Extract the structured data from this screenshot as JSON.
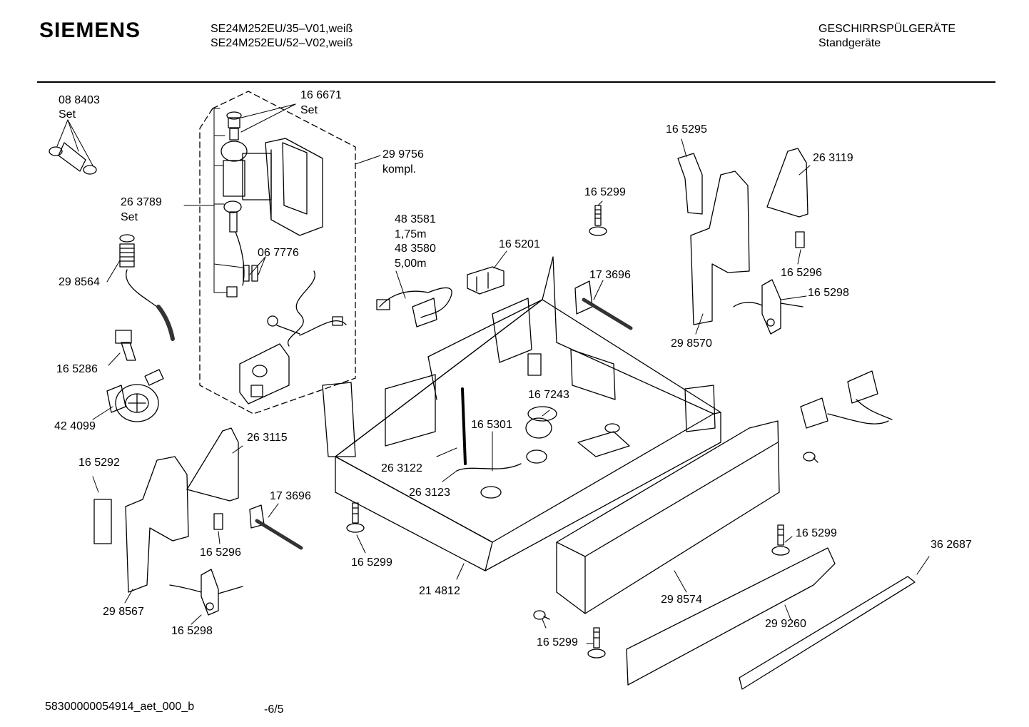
{
  "header": {
    "brand": "SIEMENS",
    "models": [
      "SE24M252EU/35–V01,weiß",
      "SE24M252EU/52–V02,weiß"
    ],
    "category": "GESCHIRRSPÜLGERÄTE",
    "subcategory": "Standgeräte"
  },
  "labels": {
    "l_088403": "08 8403",
    "l_088403_set": "Set",
    "l_166671": "16 6671",
    "l_166671_set": "Set",
    "l_299756": "29 9756",
    "l_299756_kompl": "kompl.",
    "l_263789": "26 3789",
    "l_263789_set": "Set",
    "l_298564": "29 8564",
    "l_067776": "06 7776",
    "l_165286": "16 5286",
    "l_424099": "42 4099",
    "l_483581": "48 3581",
    "l_len1": "1,75m",
    "l_483580": "48 3580",
    "l_len2": "5,00m",
    "l_165201": "16 5201",
    "l_165299a": "16 5299",
    "l_173696a": "17 3696",
    "l_165295": "16 5295",
    "l_263119": "26 3119",
    "l_165296a": "16 5296",
    "l_165298a": "16 5298",
    "l_298570": "29 8570",
    "l_167243": "16 7243",
    "l_165301": "16 5301",
    "l_263122": "26 3122",
    "l_263123": "26 3123",
    "l_263115": "26 3115",
    "l_165292": "16 5292",
    "l_173696b": "17 3696",
    "l_165296b": "16 5296",
    "l_298567": "29 8567",
    "l_165298b": "16 5298",
    "l_165299b": "16 5299",
    "l_214812": "21 4812",
    "l_165299c": "16 5299",
    "l_298574": "29 8574",
    "l_362687": "36 2687",
    "l_299260": "29 9260",
    "l_165299d": "16 5299"
  },
  "footer": {
    "doc_id": "58300000054914_aet_000_b",
    "page": "-6/5"
  }
}
